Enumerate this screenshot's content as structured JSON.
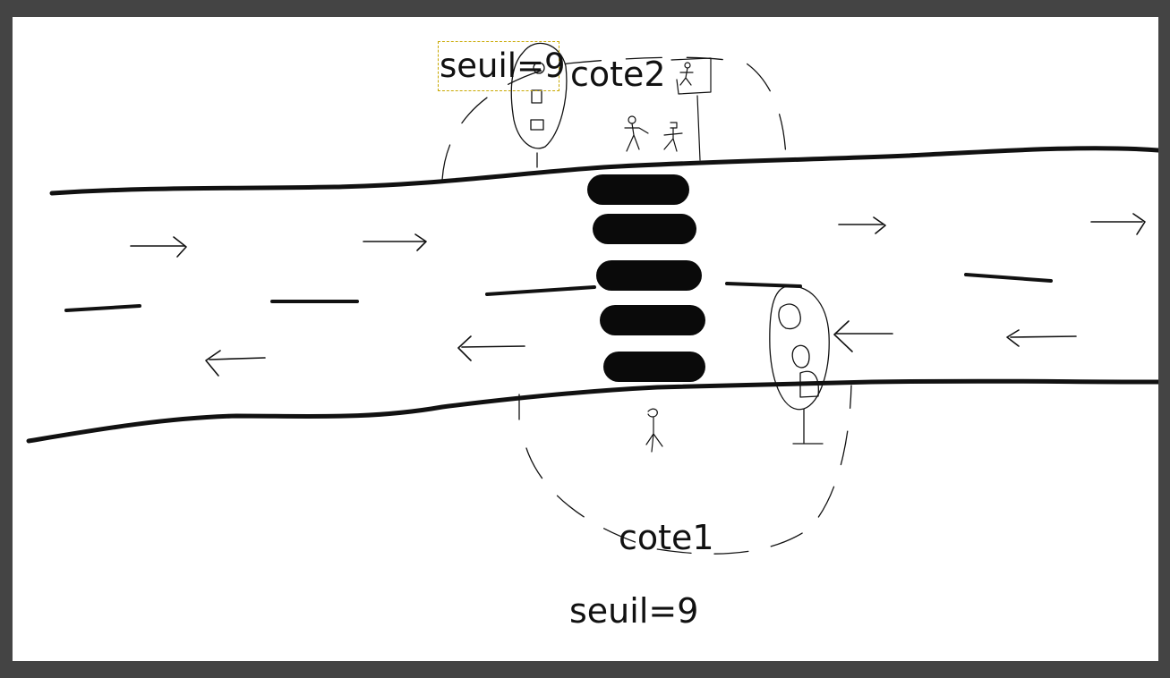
{
  "labels": {
    "seuil_top": "seuil=9",
    "cote2": "cote2",
    "cote1": "cote1",
    "seuil_bottom": "seuil=9"
  },
  "colors": {
    "background": "#444444",
    "canvas": "#ffffff",
    "ink": "#111111",
    "selection_border": "#c8a800"
  }
}
